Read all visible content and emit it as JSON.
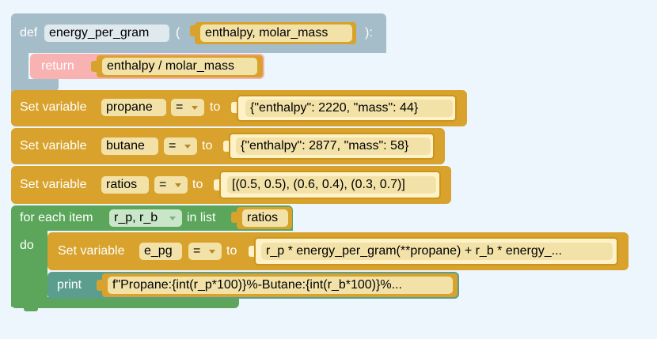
{
  "func": {
    "def_kw": "def",
    "name": "energy_per_gram",
    "open_paren": "(",
    "params": "enthalpy, molar_mass",
    "close": "):",
    "return_kw": "return",
    "return_expr": "enthalpy / molar_mass"
  },
  "assignments": [
    {
      "label": "Set variable",
      "var": "propane",
      "op": "=",
      "to": "to",
      "value": "{\"enthalpy\": 2220, \"mass\": 44}"
    },
    {
      "label": "Set variable",
      "var": "butane",
      "op": "=",
      "to": "to",
      "value": "{\"enthalpy\": 2877, \"mass\": 58}"
    },
    {
      "label": "Set variable",
      "var": "ratios",
      "op": "=",
      "to": "to",
      "value": "[(0.5, 0.5), (0.6, 0.4), (0.3, 0.7)]"
    }
  ],
  "loop": {
    "for_each": "for each item",
    "item": "r_p, r_b",
    "in_list": "in list",
    "list": "ratios",
    "do_kw": "do",
    "inner_set": {
      "label": "Set variable",
      "var": "e_pg",
      "op": "=",
      "to": "to",
      "value": "r_p * energy_per_gram(**propane) + r_b * energy_..."
    },
    "print_kw": "print",
    "print_value": "f\"Propane:{int(r_p*100)}%-Butane:{int(r_b*100)}%..."
  },
  "colors": {
    "function": "#a5bdc9",
    "return": "#f8b2b2",
    "variable": "#d8a22c",
    "loop": "#5ba65b",
    "print": "#5b9e8e"
  }
}
